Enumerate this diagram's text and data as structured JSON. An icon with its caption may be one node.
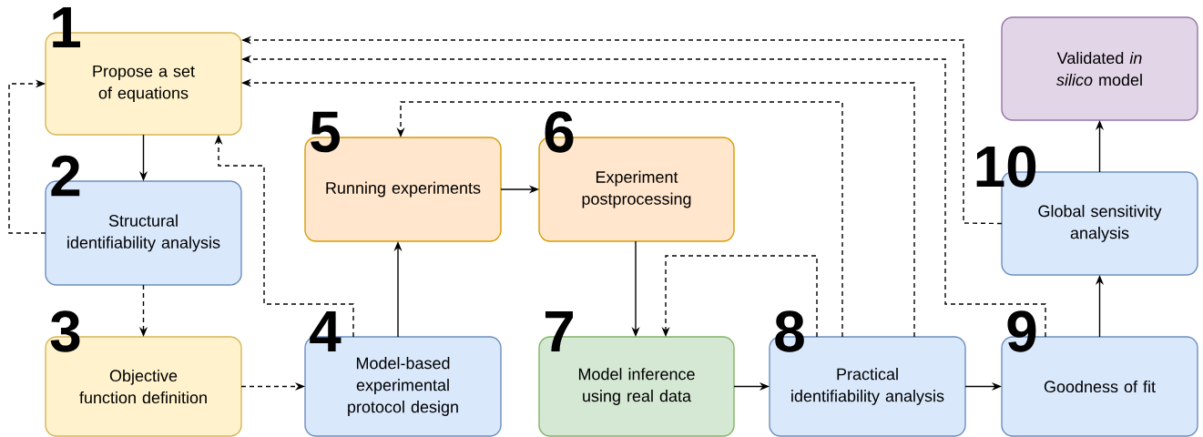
{
  "diagram": {
    "nodes": [
      {
        "text": [
          "Propose a set of equations"
        ],
        "beside": [
          "1"
        ]
      },
      {
        "text": [
          "Structural identifiability analysis"
        ],
        "beside": [
          "2"
        ]
      },
      {
        "text": [
          "Objective function definition"
        ],
        "beside": [
          "3"
        ]
      },
      {
        "text": [
          "Model-based experimental protocol design"
        ],
        "beside": [
          "4"
        ]
      },
      {
        "text": [
          "Running experiments"
        ],
        "beside": [
          "5"
        ]
      },
      {
        "text": [
          "Experiment postprocessing"
        ],
        "beside": [
          "6"
        ]
      },
      {
        "text": [
          "Model inference using real data"
        ],
        "beside": [
          "7"
        ]
      },
      {
        "text": [
          "Practical identifiability analysis"
        ],
        "beside": [
          "8"
        ]
      },
      {
        "text": [
          "Goodness of fit"
        ],
        "beside": [
          "9"
        ]
      },
      {
        "text": [
          "Global sensitivity analysis"
        ],
        "beside": [
          "10"
        ]
      },
      {
        "text": [
          "Validated *in silico* model"
        ]
      }
    ],
    "edges": [
      {
        "from": 0,
        "to": 1,
        "arrow": "to"
      },
      {
        "from": 1,
        "to": 0,
        "arrow": "to",
        "style": "dashed"
      },
      {
        "from": 1,
        "to": 2,
        "arrow": "to",
        "style": "dashed"
      },
      {
        "from": 2,
        "to": 3,
        "arrow": "to",
        "style": "dashed"
      },
      {
        "from": 3,
        "to": 0,
        "arrow": "to",
        "style": "dashed"
      },
      {
        "from": 3,
        "to": 4,
        "arrow": "to"
      },
      {
        "from": 4,
        "to": 5,
        "arrow": "to"
      },
      {
        "from": 5,
        "to": 6,
        "arrow": "to"
      },
      {
        "from": 6,
        "to": 7,
        "arrow": "to"
      },
      {
        "from": 7,
        "to": 8,
        "arrow": "to"
      },
      {
        "from": 7,
        "to": 6,
        "arrow": "to",
        "style": "dashed"
      },
      {
        "from": 7,
        "to": 4,
        "arrow": "to",
        "style": "dashed"
      },
      {
        "from": 7,
        "to": 0,
        "arrow": "to",
        "style": "dashed"
      },
      {
        "from": 8,
        "to": 0,
        "arrow": "to",
        "style": "dashed"
      },
      {
        "from": 9,
        "to": 0,
        "arrow": "to",
        "style": "dashed"
      },
      {
        "from": 8,
        "to": 9,
        "arrow": "to"
      },
      {
        "from": 9,
        "to": 10,
        "arrow": "to"
      }
    ]
  }
}
